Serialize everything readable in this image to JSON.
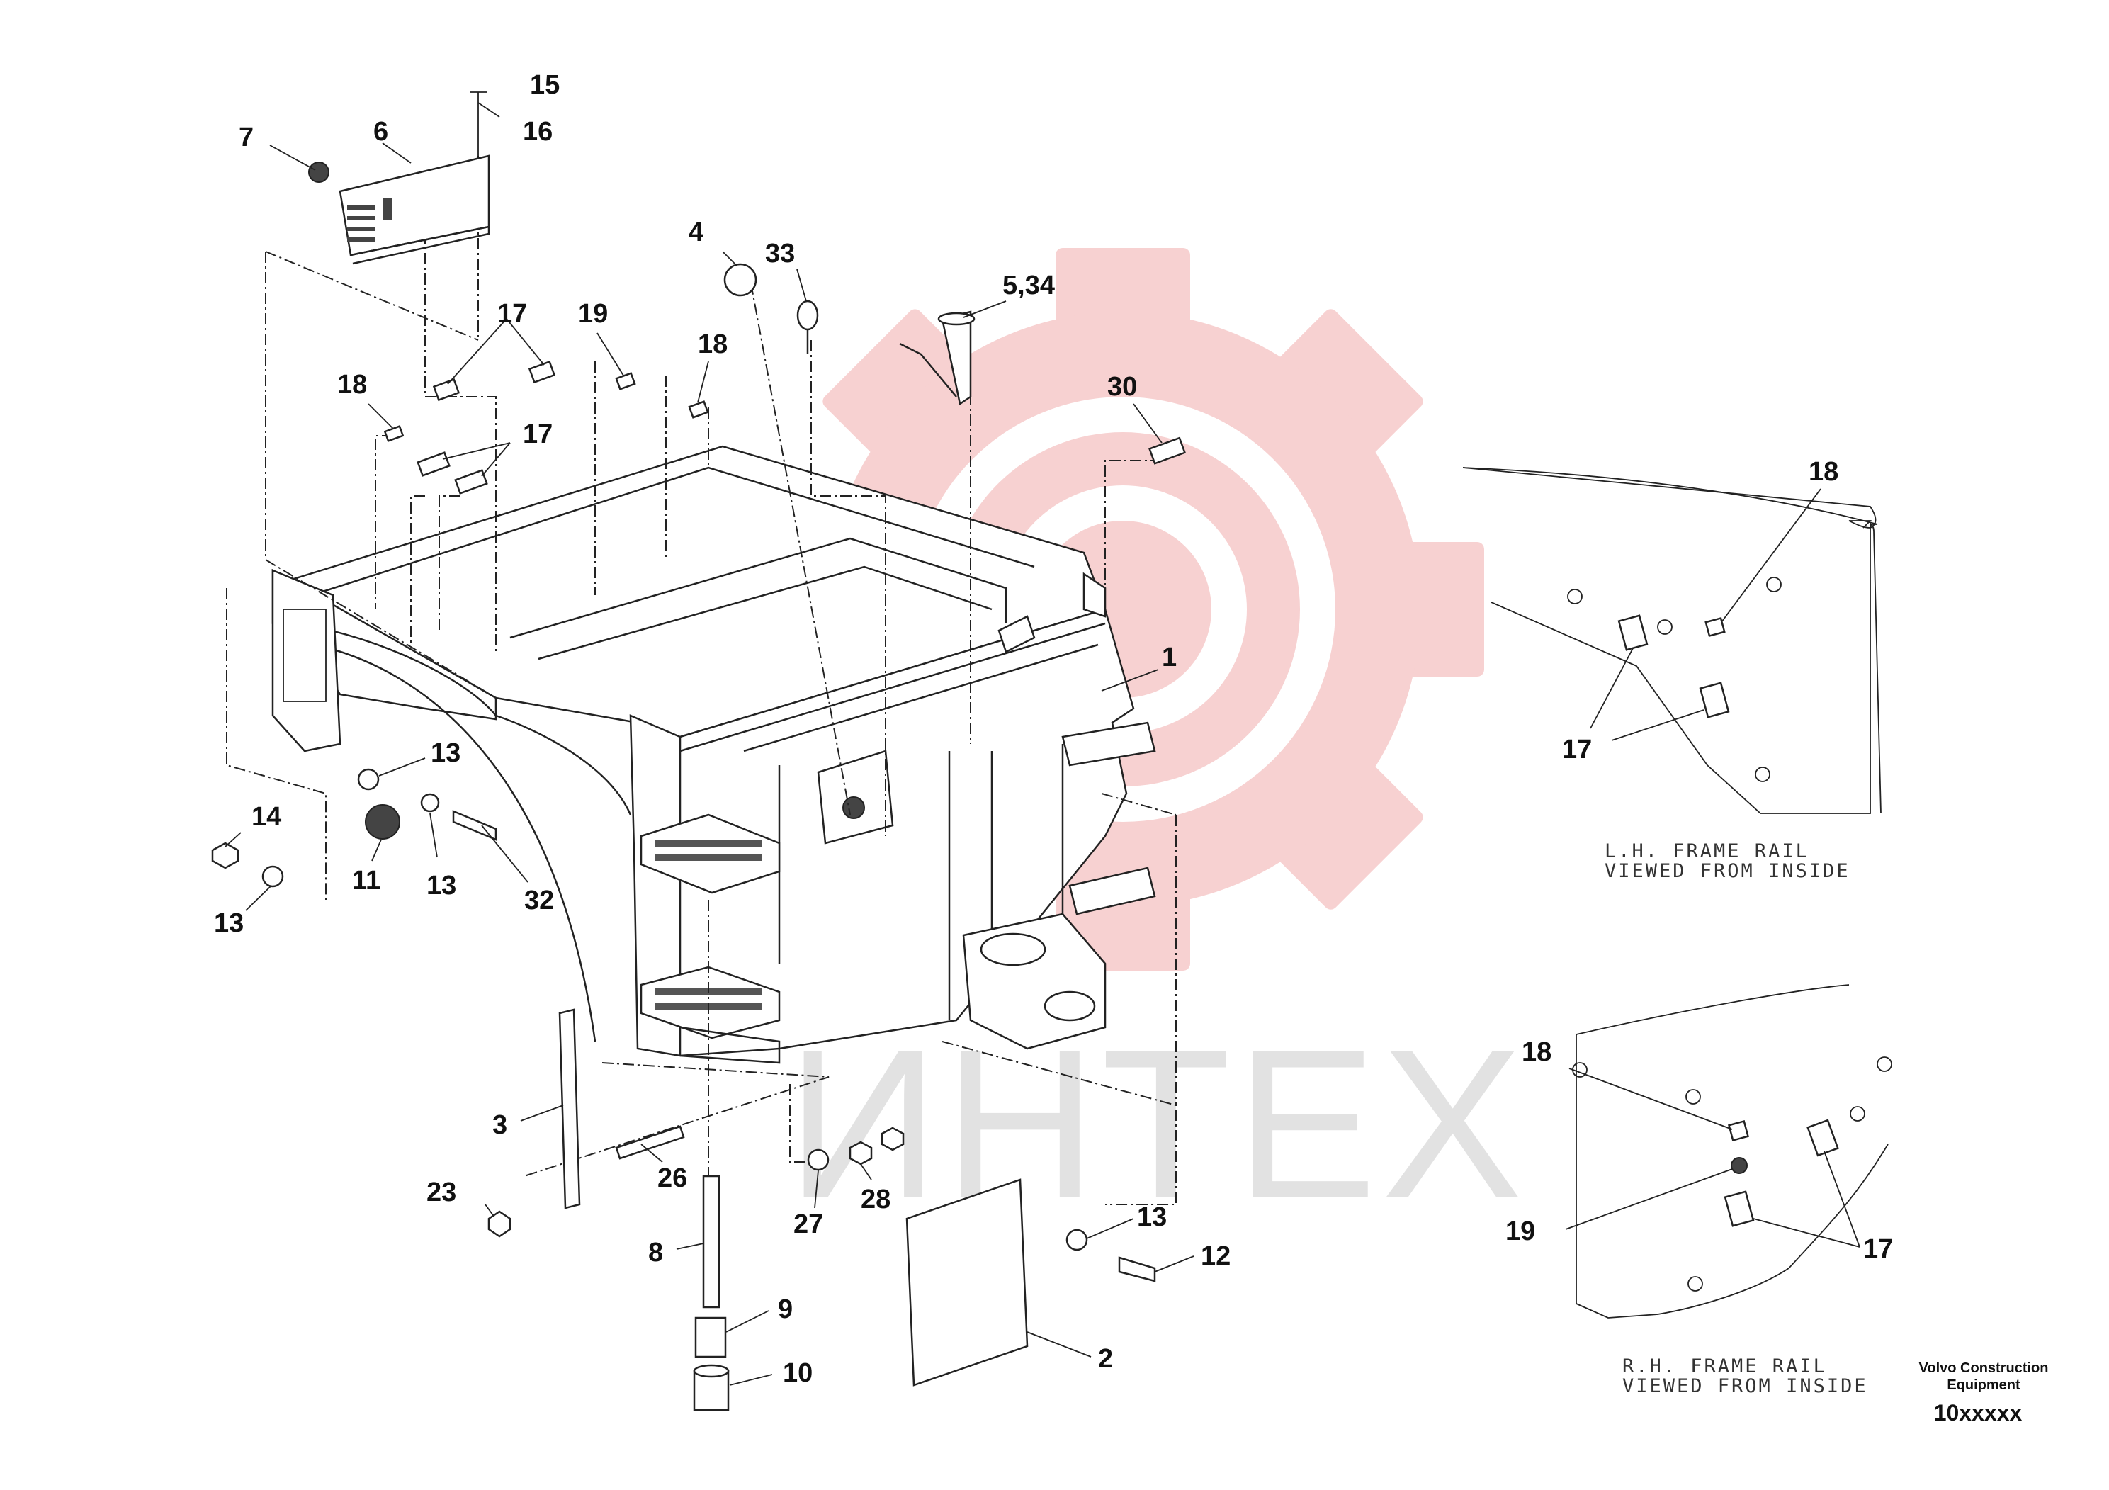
{
  "watermark": {
    "text": "ИНТЕХ",
    "gear_color": "#f6c9c9",
    "text_color": "#e2e2e2"
  },
  "callouts": [
    {
      "id": "c15",
      "text": "15"
    },
    {
      "id": "c16",
      "text": "16"
    },
    {
      "id": "c7",
      "text": "7"
    },
    {
      "id": "c6",
      "text": "6"
    },
    {
      "id": "c4",
      "text": "4"
    },
    {
      "id": "c33",
      "text": "33"
    },
    {
      "id": "c534",
      "text": "5,34"
    },
    {
      "id": "c17a",
      "text": "17"
    },
    {
      "id": "c19a",
      "text": "19"
    },
    {
      "id": "c18a",
      "text": "18"
    },
    {
      "id": "c18b",
      "text": "18"
    },
    {
      "id": "c17b",
      "text": "17"
    },
    {
      "id": "c30",
      "text": "30"
    },
    {
      "id": "c1",
      "text": "1"
    },
    {
      "id": "c13a",
      "text": "13"
    },
    {
      "id": "c14",
      "text": "14"
    },
    {
      "id": "c11",
      "text": "11"
    },
    {
      "id": "c13b",
      "text": "13"
    },
    {
      "id": "c32",
      "text": "32"
    },
    {
      "id": "c13c",
      "text": "13"
    },
    {
      "id": "c3",
      "text": "3"
    },
    {
      "id": "c26",
      "text": "26"
    },
    {
      "id": "c23",
      "text": "23"
    },
    {
      "id": "c27",
      "text": "27"
    },
    {
      "id": "c28",
      "text": "28"
    },
    {
      "id": "c8",
      "text": "8"
    },
    {
      "id": "c9",
      "text": "9"
    },
    {
      "id": "c10",
      "text": "10"
    },
    {
      "id": "c13d",
      "text": "13"
    },
    {
      "id": "c12",
      "text": "12"
    },
    {
      "id": "c2",
      "text": "2"
    },
    {
      "id": "c18c",
      "text": "18"
    },
    {
      "id": "c17c",
      "text": "17"
    },
    {
      "id": "c18d",
      "text": "18"
    },
    {
      "id": "c19b",
      "text": "19"
    },
    {
      "id": "c17d",
      "text": "17"
    }
  ],
  "detail_lh": {
    "caption_line1": "L.H. FRAME RAIL",
    "caption_line2": "VIEWED FROM INSIDE"
  },
  "detail_rh": {
    "caption_line1": "R.H. FRAME RAIL",
    "caption_line2": "VIEWED FROM INSIDE"
  },
  "footer": {
    "brand_line1": "Volvo Construction",
    "brand_line2": "Equipment",
    "drawing_code": "10xxxxx"
  }
}
